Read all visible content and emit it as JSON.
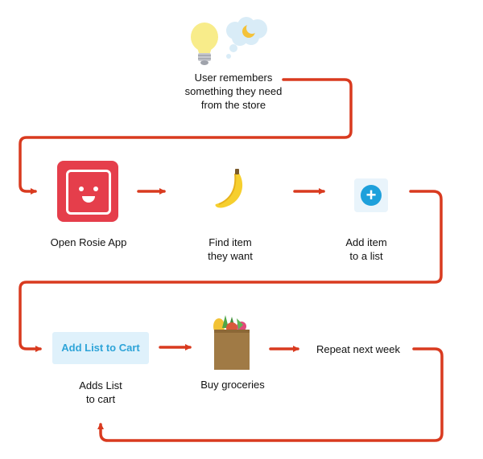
{
  "steps": {
    "remember": "User remembers\nsomething they need\nfrom the store",
    "open_app": "Open Rosie App",
    "find_item": "Find item\nthey want",
    "add_item": "Add item\nto a list",
    "add_list_button": "Add List to Cart",
    "adds_list": "Adds List\nto cart",
    "buy": "Buy groceries",
    "repeat": "Repeat next week"
  },
  "icons": {
    "bulb": "lightbulb-icon",
    "thought": "thought-bubble-icon",
    "app": "rosie-app-icon",
    "banana": "banana-icon",
    "plus": "plus-icon",
    "bag": "grocery-bag-icon"
  },
  "colors": {
    "arrow": "#d93a1f",
    "app_red": "#e53e4b",
    "button_bg": "#dff1fb",
    "button_text": "#2ea4d8",
    "plus_blue": "#1ea0db"
  }
}
